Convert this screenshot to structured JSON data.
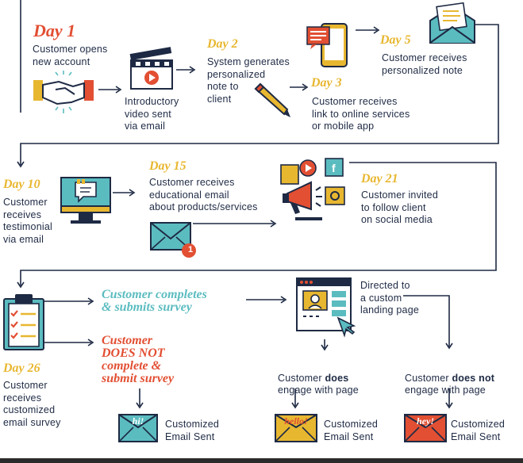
{
  "row1": {
    "day1": {
      "label": "Day 1",
      "text": "Customer opens\nnew account"
    },
    "intro": {
      "text": "Introductory\nvideo sent\nvia email"
    },
    "day2": {
      "label": "Day 2",
      "text": "System generates\npersonalized\nnote to\nclient"
    },
    "day3": {
      "label": "Day 3",
      "text": "Customer receives\nlink to online services\nor mobile app"
    },
    "day5": {
      "label": "Day 5",
      "text": "Customer receives\npersonalized note"
    }
  },
  "row2": {
    "day10": {
      "label": "Day 10",
      "text": "Customer\nreceives\ntestimonial\nvia email"
    },
    "day15": {
      "label": "Day 15",
      "text": "Customer receives\neducational email\nabout products/services"
    },
    "badge": "1",
    "day21": {
      "label": "Day 21",
      "text": "Customer invited\nto follow client\non social media"
    }
  },
  "row3": {
    "completes": "Customer completes\n& submits survey",
    "not_complete": "Customer\nDOES NOT\ncomplete &\nsubmit survey",
    "day26": {
      "label": "Day 26",
      "text": "Customer\nreceives\ncustomized\nemail survey"
    },
    "directed": "Directed to\na custom\nlanding page",
    "does_prefix": "Customer ",
    "does_bold": "does",
    "does_suffix": "engage with page",
    "doesnot_prefix": "Customer ",
    "doesnot_bold": "does not",
    "doesnot_suffix": "engage with page",
    "env_hi": "hi!",
    "env_hello": "hello!",
    "env_hey": "hey!",
    "sent1": "Customized\nEmail Sent",
    "sent2": "Customized\nEmail Sent",
    "sent3": "Customized\nEmail Sent"
  },
  "colors": {
    "red": "#e24f33",
    "yellow": "#e8b730",
    "teal": "#5bbcc0",
    "navy": "#1e2a44"
  }
}
